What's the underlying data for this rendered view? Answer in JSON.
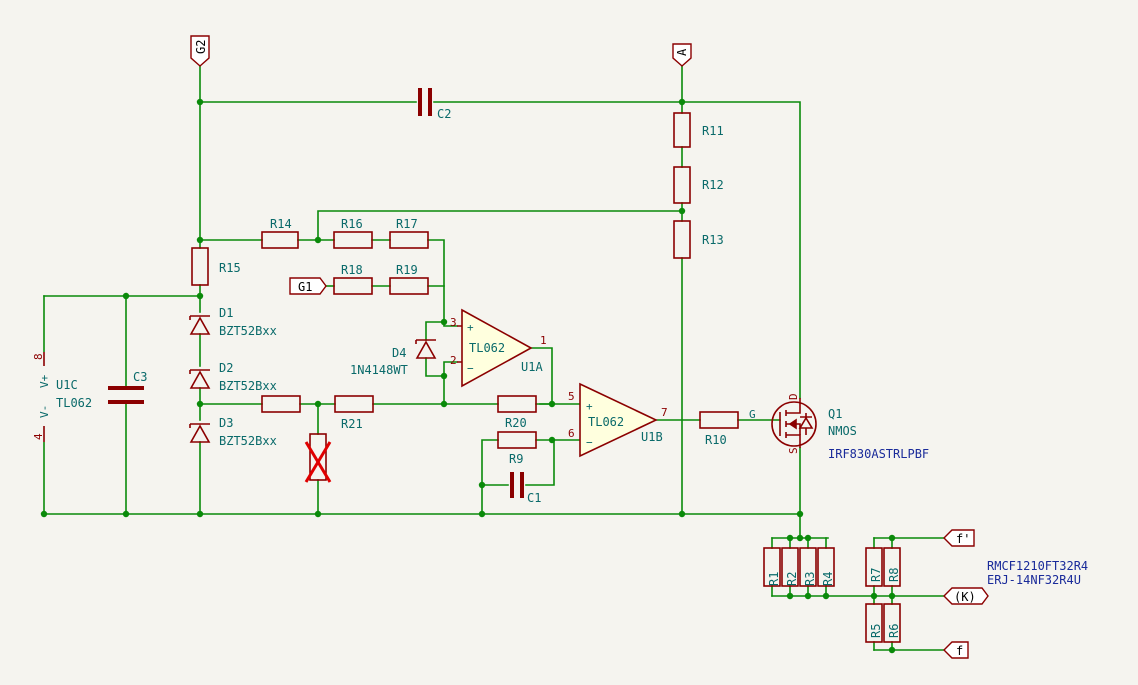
{
  "net_labels": {
    "g2": "G2",
    "a": "A",
    "g1": "G1",
    "f_prime": "f'",
    "k": "(K)",
    "f": "f",
    "gate": "G"
  },
  "resistors": {
    "r1": "R1",
    "r2": "R2",
    "r3": "R3",
    "r4": "R4",
    "r5": "R5",
    "r6": "R6",
    "r7": "R7",
    "r8": "R8",
    "r9": "R9",
    "r10": "R10",
    "r11": "R11",
    "r12": "R12",
    "r13": "R13",
    "r14": "R14",
    "r15": "R15",
    "r16": "R16",
    "r17": "R17",
    "r18": "R18",
    "r19": "R19",
    "r20": "R20",
    "r21": "R21"
  },
  "capacitors": {
    "c1": "C1",
    "c2": "C2",
    "c3": "C3"
  },
  "diodes": {
    "d1": {
      "ref": "D1",
      "value": "BZT52Bxx"
    },
    "d2": {
      "ref": "D2",
      "value": "BZT52Bxx"
    },
    "d3": {
      "ref": "D3",
      "value": "BZT52Bxx"
    },
    "d4": {
      "ref": "D4",
      "value": "1N4148WT"
    }
  },
  "opamps": {
    "u1a": {
      "ref": "U1A",
      "value": "TL062",
      "pins": {
        "plus": "3",
        "minus": "2",
        "out": "1"
      }
    },
    "u1b": {
      "ref": "U1B",
      "value": "TL062",
      "pins": {
        "plus": "5",
        "minus": "6",
        "out": "7"
      }
    },
    "u1c": {
      "ref": "U1C",
      "value": "TL062",
      "pin_vminus": "4",
      "pin_vplus": "8",
      "label_vminus": "V-",
      "label_vplus": "V+"
    }
  },
  "mosfet": {
    "ref": "Q1",
    "value": "NMOS",
    "part": "IRF830ASTRLPBF",
    "pin_d": "D",
    "pin_s": "S"
  },
  "sense_parts": {
    "line1": "RMCF1210FT32R4",
    "line2": "ERJ-14NF32R4U"
  },
  "op_symbols": {
    "plus": "+",
    "minus": "−"
  },
  "colors": {
    "wire": "#0a8a0a",
    "component": "#8b0000",
    "reference": "#0a6a6a",
    "part_number": "#1a2b9a",
    "opamp_fill": "#ffffde",
    "background": "#f5f4ef",
    "no_connect": "#e00000"
  }
}
